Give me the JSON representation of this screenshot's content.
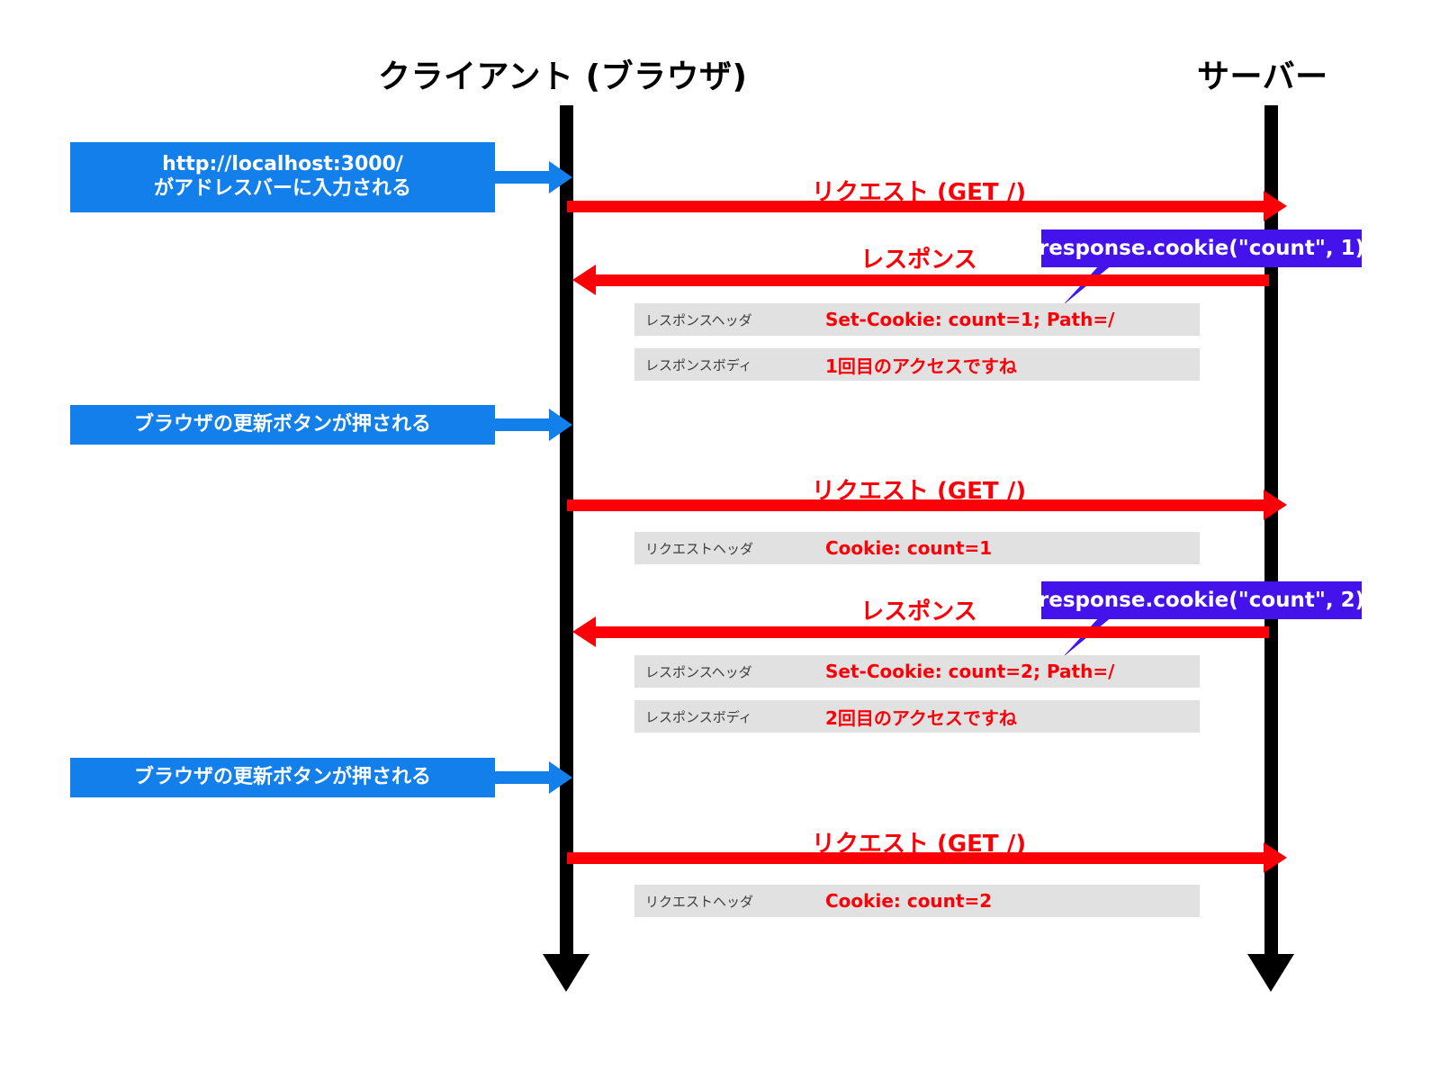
{
  "diagram": {
    "title": "HTTP Cookie sequence diagram",
    "colors": {
      "client_server_line": "#000000",
      "message_red": "#fb0007",
      "actor_event_blue": "#127fea",
      "callout_purple": "#4413ec",
      "note_gray": "#e1e1e1",
      "note_key_text": "#3d3d3d",
      "background": "#ffffff"
    }
  },
  "participants": {
    "client": {
      "label": "クライアント (ブラウザ)"
    },
    "server": {
      "label": "サーバー"
    }
  },
  "actor_events": [
    {
      "lines": [
        "http://localhost:3000/",
        "がアドレスバーに入力される"
      ]
    },
    {
      "lines": [
        "ブラウザの更新ボタンが押される"
      ]
    },
    {
      "lines": [
        "ブラウザの更新ボタンが押される"
      ]
    }
  ],
  "messages": [
    {
      "label": "リクエスト (GET /)",
      "direction": "client-to-server"
    },
    {
      "label": "レスポンス",
      "direction": "server-to-client"
    },
    {
      "label": "リクエスト (GET /)",
      "direction": "client-to-server"
    },
    {
      "label": "レスポンス",
      "direction": "server-to-client"
    },
    {
      "label": "リクエスト (GET /)",
      "direction": "client-to-server"
    }
  ],
  "notes": [
    {
      "key": "レスポンスヘッダ",
      "value": "Set-Cookie: count=1; Path=/"
    },
    {
      "key": "レスポンスボディ",
      "value": "1回目のアクセスですね"
    },
    {
      "key": "リクエストヘッダ",
      "value": "Cookie: count=1"
    },
    {
      "key": "レスポンスヘッダ",
      "value": "Set-Cookie: count=2; Path=/"
    },
    {
      "key": "レスポンスボディ",
      "value": "2回目のアクセスですね"
    },
    {
      "key": "リクエストヘッダ",
      "value": "Cookie: count=2"
    }
  ],
  "callouts": [
    {
      "text": "response.cookie(\"count\", 1)"
    },
    {
      "text": "response.cookie(\"count\", 2)"
    }
  ]
}
